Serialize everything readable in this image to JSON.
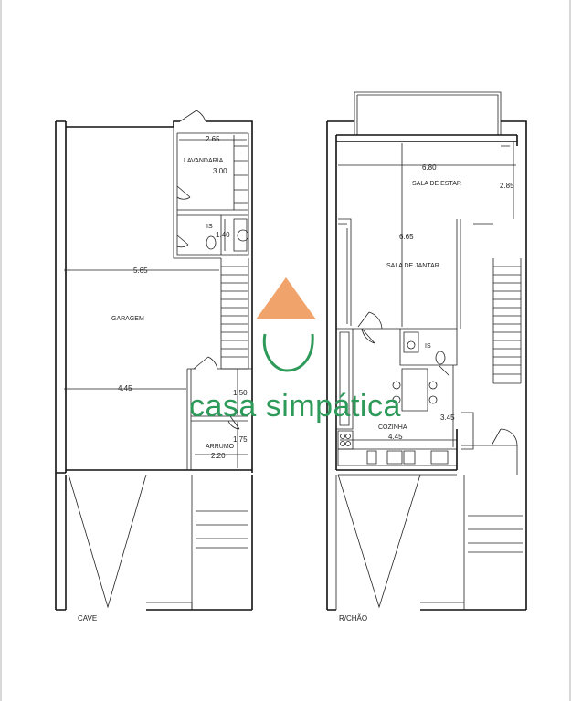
{
  "plans": {
    "cave": {
      "title": "CAVE",
      "rooms": {
        "lavandaria": "LAVANDARIA",
        "is": "IS",
        "garagem": "GARAGEM",
        "arrumo": "ARRUMO"
      },
      "dims": {
        "lav_width": "2.65",
        "lav_height": "3.00",
        "is_dim": "1.40",
        "garage_width_top": "5.65",
        "garage_width_bottom": "4.45",
        "arrumo_upper": "1.50",
        "arrumo_lower": "1.75",
        "arrumo_width": "2.20"
      }
    },
    "rchao": {
      "title": "R/CHÃO",
      "rooms": {
        "sala_estar": "SALA DE ESTAR",
        "sala_jantar": "SALA DE JANTAR",
        "is": "IS",
        "cozinha": "COZINHA"
      },
      "dims": {
        "width": "6.80",
        "right": "2.85",
        "height": "6.65",
        "kitchen_h": "3.45",
        "kitchen_w": "4.45"
      }
    }
  },
  "watermark": {
    "text": "casa simpática",
    "roof_color": "#f0a36b",
    "text_color": "#2e9a5a"
  }
}
